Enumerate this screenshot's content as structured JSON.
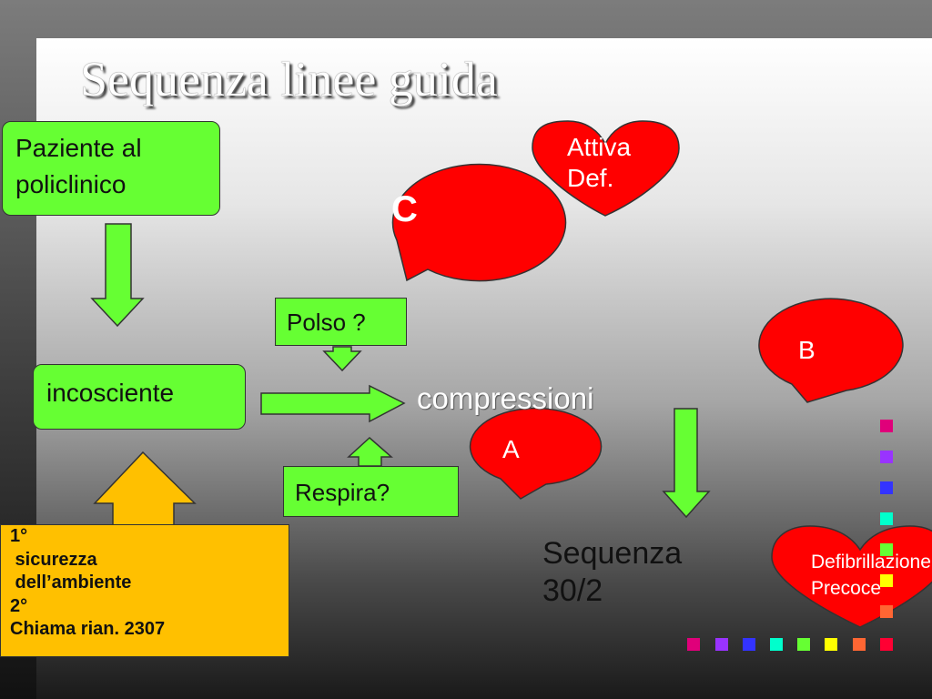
{
  "title": "Sequenza linee guida",
  "boxes": {
    "patient": [
      "Paziente al",
      "policlinico"
    ],
    "unconscious": "incosciente",
    "pulse": "Polso ?",
    "breathing": "Respira?",
    "safety": [
      "1°",
      " sicurezza",
      " dell’ambiente",
      "2°",
      "Chiama rian. 2307"
    ]
  },
  "labels": {
    "compressions": "compressioni",
    "sequence": [
      "Sequenza",
      "30/2"
    ]
  },
  "bubbles": {
    "c": "C",
    "b": "B",
    "a": "A"
  },
  "hearts": {
    "activate": [
      "Attiva",
      "Def."
    ],
    "defib": [
      "Defibrillazione",
      "Precoce"
    ]
  },
  "colors": {
    "green_box": "#66ff33",
    "yellow_box": "#ffc000",
    "bubble_red": "#ff0000",
    "dots_bottom": [
      "#e0007a",
      "#9933ff",
      "#3333ff",
      "#00ffcc",
      "#66ff33",
      "#ffff00",
      "#ff6633",
      "#ff0033"
    ],
    "dots_right": [
      "#e0007a",
      "#9933ff",
      "#3333ff",
      "#00ffcc",
      "#66ff33",
      "#ffff00",
      "#ff6633"
    ]
  }
}
